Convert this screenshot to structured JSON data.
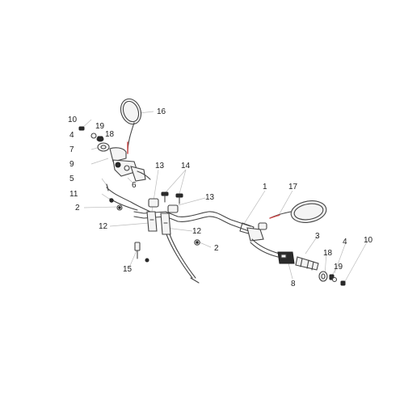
{
  "callouts": [
    {
      "id": "c1",
      "label": "1"
    },
    {
      "id": "c2a",
      "label": "2"
    },
    {
      "id": "c2b",
      "label": "2"
    },
    {
      "id": "c3",
      "label": "3"
    },
    {
      "id": "c4a",
      "label": "4"
    },
    {
      "id": "c4b",
      "label": "4"
    },
    {
      "id": "c5",
      "label": "5"
    },
    {
      "id": "c6",
      "label": "6"
    },
    {
      "id": "c7",
      "label": "7"
    },
    {
      "id": "c8",
      "label": "8"
    },
    {
      "id": "c9",
      "label": "9"
    },
    {
      "id": "c10a",
      "label": "10"
    },
    {
      "id": "c10b",
      "label": "10"
    },
    {
      "id": "c11",
      "label": "11"
    },
    {
      "id": "c12a",
      "label": "12"
    },
    {
      "id": "c12b",
      "label": "12"
    },
    {
      "id": "c13a",
      "label": "13"
    },
    {
      "id": "c13b",
      "label": "13"
    },
    {
      "id": "c14",
      "label": "14"
    },
    {
      "id": "c15",
      "label": "15"
    },
    {
      "id": "c16",
      "label": "16"
    },
    {
      "id": "c17",
      "label": "17"
    },
    {
      "id": "c18a",
      "label": "18"
    },
    {
      "id": "c18b",
      "label": "18"
    },
    {
      "id": "c19a",
      "label": "19"
    },
    {
      "id": "c19b",
      "label": "19"
    }
  ],
  "colors": {
    "line": "#444444",
    "leader": "#bbbbbb",
    "accent": "#cc4444"
  }
}
